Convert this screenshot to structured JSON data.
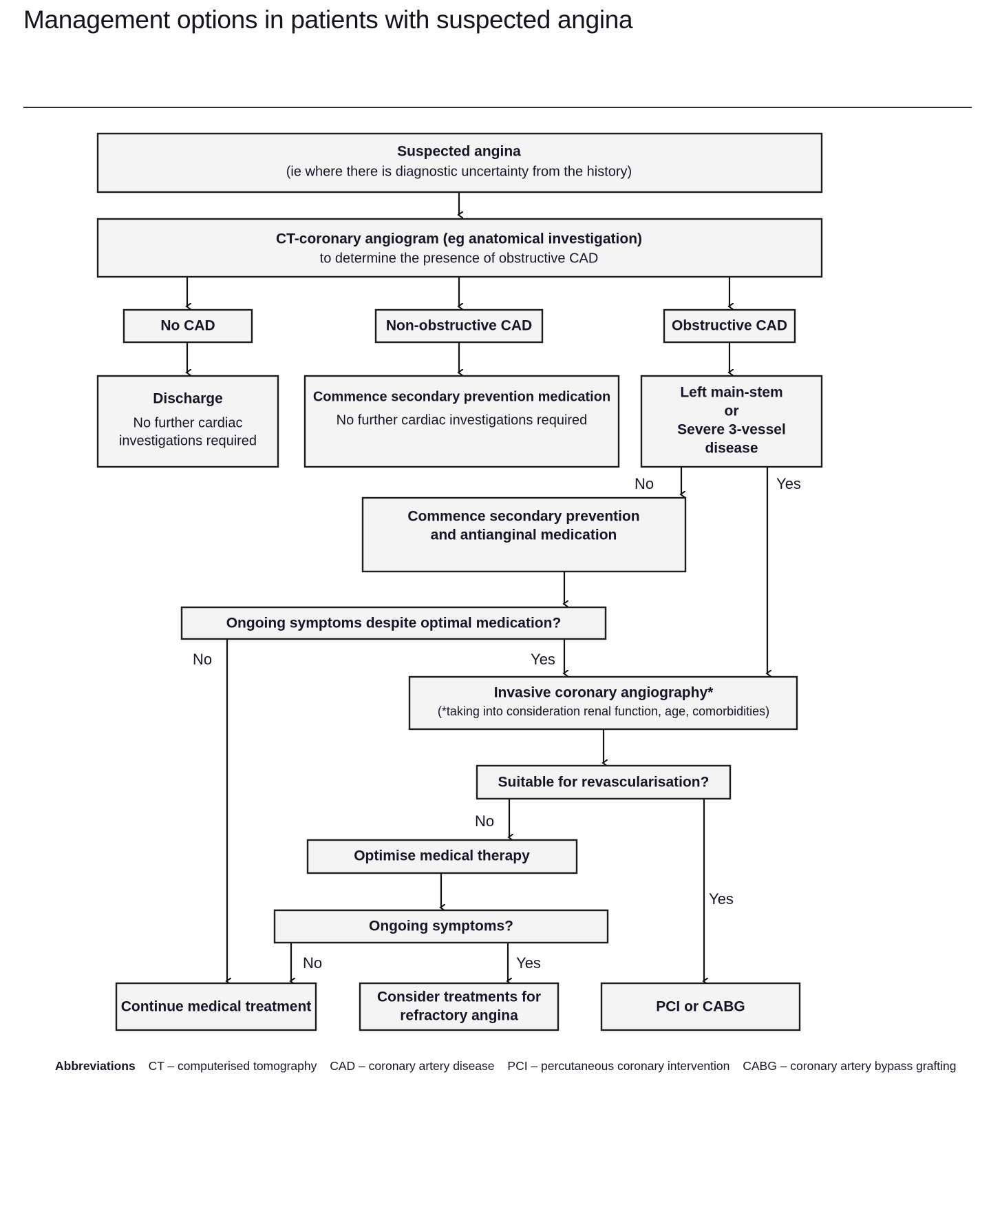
{
  "page": {
    "title": "Management options in patients with suspected angina"
  },
  "flowchart": {
    "type": "flowchart",
    "nodes": [
      {
        "id": "suspected-angina",
        "lines": [
          {
            "text": "Suspected angina",
            "style": "bold"
          },
          {
            "text": "(ie where there is diagnostic uncertainty from the history)",
            "style": "regular"
          }
        ]
      },
      {
        "id": "ct-coronary-angiogram",
        "lines": [
          {
            "text": "CT-coronary angiogram (eg anatomical investigation)",
            "style": "bold"
          },
          {
            "text": "to determine the presence of obstructive CAD",
            "style": "regular"
          }
        ]
      },
      {
        "id": "no-cad",
        "lines": [
          {
            "text": "No CAD",
            "style": "bold"
          }
        ]
      },
      {
        "id": "non-obstructive-cad",
        "lines": [
          {
            "text": "Non-obstructive CAD",
            "style": "bold"
          }
        ]
      },
      {
        "id": "obstructive-cad",
        "lines": [
          {
            "text": "Obstructive CAD",
            "style": "bold"
          }
        ]
      },
      {
        "id": "discharge",
        "lines": [
          {
            "text": "Discharge",
            "style": "bold"
          },
          {
            "text": "No further cardiac",
            "style": "regular"
          },
          {
            "text": "investigations required",
            "style": "regular"
          }
        ]
      },
      {
        "id": "commence-secondary-prevention",
        "lines": [
          {
            "text": "Commence secondary prevention medication",
            "style": "bold"
          },
          {
            "text": "No further cardiac investigations required",
            "style": "regular"
          }
        ]
      },
      {
        "id": "left-main-stem",
        "lines": [
          {
            "text": "Left main-stem",
            "style": "bold"
          },
          {
            "text": "or",
            "style": "bold"
          },
          {
            "text": "Severe 3-vessel",
            "style": "bold"
          },
          {
            "text": "disease",
            "style": "bold"
          }
        ]
      },
      {
        "id": "commence-secondary-antianginal",
        "lines": [
          {
            "text": "Commence secondary prevention",
            "style": "bold"
          },
          {
            "text": "and antianginal medication",
            "style": "bold"
          }
        ]
      },
      {
        "id": "ongoing-symptoms-optimal",
        "lines": [
          {
            "text": "Ongoing symptoms despite optimal medication?",
            "style": "bold"
          }
        ]
      },
      {
        "id": "invasive-coronary-angiography",
        "lines": [
          {
            "text": "Invasive coronary angiography*",
            "style": "bold"
          },
          {
            "text": "(*taking into consideration renal function, age, comorbidities)",
            "style": "regular"
          }
        ]
      },
      {
        "id": "suitable-revascularisation",
        "lines": [
          {
            "text": "Suitable for revascularisation?",
            "style": "bold"
          }
        ]
      },
      {
        "id": "optimise-medical-therapy",
        "lines": [
          {
            "text": "Optimise medical therapy",
            "style": "bold"
          }
        ]
      },
      {
        "id": "ongoing-symptoms",
        "lines": [
          {
            "text": "Ongoing symptoms?",
            "style": "bold"
          }
        ]
      },
      {
        "id": "continue-medical-treatment",
        "lines": [
          {
            "text": "Continue medical treatment",
            "style": "bold"
          }
        ]
      },
      {
        "id": "consider-refractory",
        "lines": [
          {
            "text": "Consider treatments for",
            "style": "bold"
          },
          {
            "text": "refractory angina",
            "style": "bold"
          }
        ]
      },
      {
        "id": "pci-or-cabg",
        "lines": [
          {
            "text": "PCI or CABG",
            "style": "bold"
          }
        ]
      }
    ],
    "edge_labels": {
      "lms_no": "No",
      "lms_yes": "Yes",
      "ongoing_optimal_no": "No",
      "ongoing_optimal_yes": "Yes",
      "revasc_no": "No",
      "revasc_yes": "Yes",
      "ongoing_no": "No",
      "ongoing_yes": "Yes"
    }
  },
  "abbreviations": {
    "label": "Abbreviations",
    "items": [
      "CT – computerised tomography",
      "CAD – coronary artery disease",
      "PCI – percutaneous coronary intervention",
      "CABG – coronary artery bypass grafting"
    ]
  },
  "colors": {
    "box_fill": "#f4f4f4",
    "box_stroke": "#1d1d1d",
    "text": "#151528",
    "rule": "#2b2b2b"
  }
}
